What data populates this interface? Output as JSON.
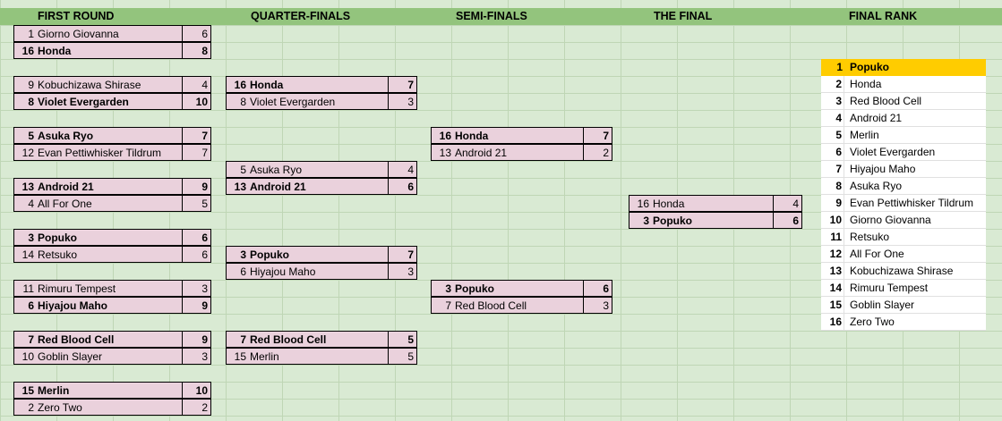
{
  "headers": [
    "FIRST ROUND",
    "QUARTER-FINALS",
    "SEMI-FINALS",
    "THE FINAL",
    "FINAL RANK"
  ],
  "first_round": [
    [
      {
        "seed": "1",
        "name": "Giorno Giovanna",
        "score": "6",
        "winner": false
      },
      {
        "seed": "16",
        "name": "Honda",
        "score": "8",
        "winner": true
      }
    ],
    [
      {
        "seed": "9",
        "name": "Kobuchizawa Shirase",
        "score": "4",
        "winner": false
      },
      {
        "seed": "8",
        "name": "Violet Evergarden",
        "score": "10",
        "winner": true
      }
    ],
    [
      {
        "seed": "5",
        "name": "Asuka Ryo",
        "score": "7",
        "winner": true
      },
      {
        "seed": "12",
        "name": "Evan Pettiwhisker Tildrum",
        "score": "7",
        "winner": false
      }
    ],
    [
      {
        "seed": "13",
        "name": "Android 21",
        "score": "9",
        "winner": true
      },
      {
        "seed": "4",
        "name": "All For One",
        "score": "5",
        "winner": false
      }
    ],
    [
      {
        "seed": "3",
        "name": "Popuko",
        "score": "6",
        "winner": true
      },
      {
        "seed": "14",
        "name": "Retsuko",
        "score": "6",
        "winner": false
      }
    ],
    [
      {
        "seed": "11",
        "name": "Rimuru Tempest",
        "score": "3",
        "winner": false
      },
      {
        "seed": "6",
        "name": "Hiyajou Maho",
        "score": "9",
        "winner": true
      }
    ],
    [
      {
        "seed": "7",
        "name": "Red Blood Cell",
        "score": "9",
        "winner": true
      },
      {
        "seed": "10",
        "name": "Goblin Slayer",
        "score": "3",
        "winner": false
      }
    ],
    [
      {
        "seed": "15",
        "name": "Merlin",
        "score": "10",
        "winner": true
      },
      {
        "seed": "2",
        "name": "Zero Two",
        "score": "2",
        "winner": false
      }
    ]
  ],
  "quarter_finals": [
    [
      {
        "seed": "16",
        "name": "Honda",
        "score": "7",
        "winner": true
      },
      {
        "seed": "8",
        "name": "Violet Evergarden",
        "score": "3",
        "winner": false
      }
    ],
    [
      {
        "seed": "5",
        "name": "Asuka Ryo",
        "score": "4",
        "winner": false
      },
      {
        "seed": "13",
        "name": "Android 21",
        "score": "6",
        "winner": true
      }
    ],
    [
      {
        "seed": "3",
        "name": "Popuko",
        "score": "7",
        "winner": true
      },
      {
        "seed": "6",
        "name": "Hiyajou Maho",
        "score": "3",
        "winner": false
      }
    ],
    [
      {
        "seed": "7",
        "name": "Red Blood Cell",
        "score": "5",
        "winner": true
      },
      {
        "seed": "15",
        "name": "Merlin",
        "score": "5",
        "winner": false
      }
    ]
  ],
  "semi_finals": [
    [
      {
        "seed": "16",
        "name": "Honda",
        "score": "7",
        "winner": true
      },
      {
        "seed": "13",
        "name": "Android 21",
        "score": "2",
        "winner": false
      }
    ],
    [
      {
        "seed": "3",
        "name": "Popuko",
        "score": "6",
        "winner": true
      },
      {
        "seed": "7",
        "name": "Red Blood Cell",
        "score": "3",
        "winner": false
      }
    ]
  ],
  "final": [
    [
      {
        "seed": "16",
        "name": "Honda",
        "score": "4",
        "winner": false
      },
      {
        "seed": "3",
        "name": "Popuko",
        "score": "6",
        "winner": true
      }
    ]
  ],
  "final_rank": [
    {
      "rank": "1",
      "name": "Popuko"
    },
    {
      "rank": "2",
      "name": "Honda"
    },
    {
      "rank": "3",
      "name": "Red Blood Cell"
    },
    {
      "rank": "4",
      "name": "Android 21"
    },
    {
      "rank": "5",
      "name": "Merlin"
    },
    {
      "rank": "6",
      "name": "Violet Evergarden"
    },
    {
      "rank": "7",
      "name": "Hiyajou Maho"
    },
    {
      "rank": "8",
      "name": "Asuka Ryo"
    },
    {
      "rank": "9",
      "name": "Evan Pettiwhisker Tildrum"
    },
    {
      "rank": "10",
      "name": "Giorno Giovanna"
    },
    {
      "rank": "11",
      "name": "Retsuko"
    },
    {
      "rank": "12",
      "name": "All For One"
    },
    {
      "rank": "13",
      "name": "Kobuchizawa Shirase"
    },
    {
      "rank": "14",
      "name": "Rimuru Tempest"
    },
    {
      "rank": "15",
      "name": "Goblin Slayer"
    },
    {
      "rank": "16",
      "name": "Zero Two"
    }
  ],
  "colors": {
    "header": "#93c47d",
    "background": "#d9ead3",
    "match": "#ead1dc",
    "champion": "#ffcc00",
    "rank_row": "#ffffff"
  }
}
